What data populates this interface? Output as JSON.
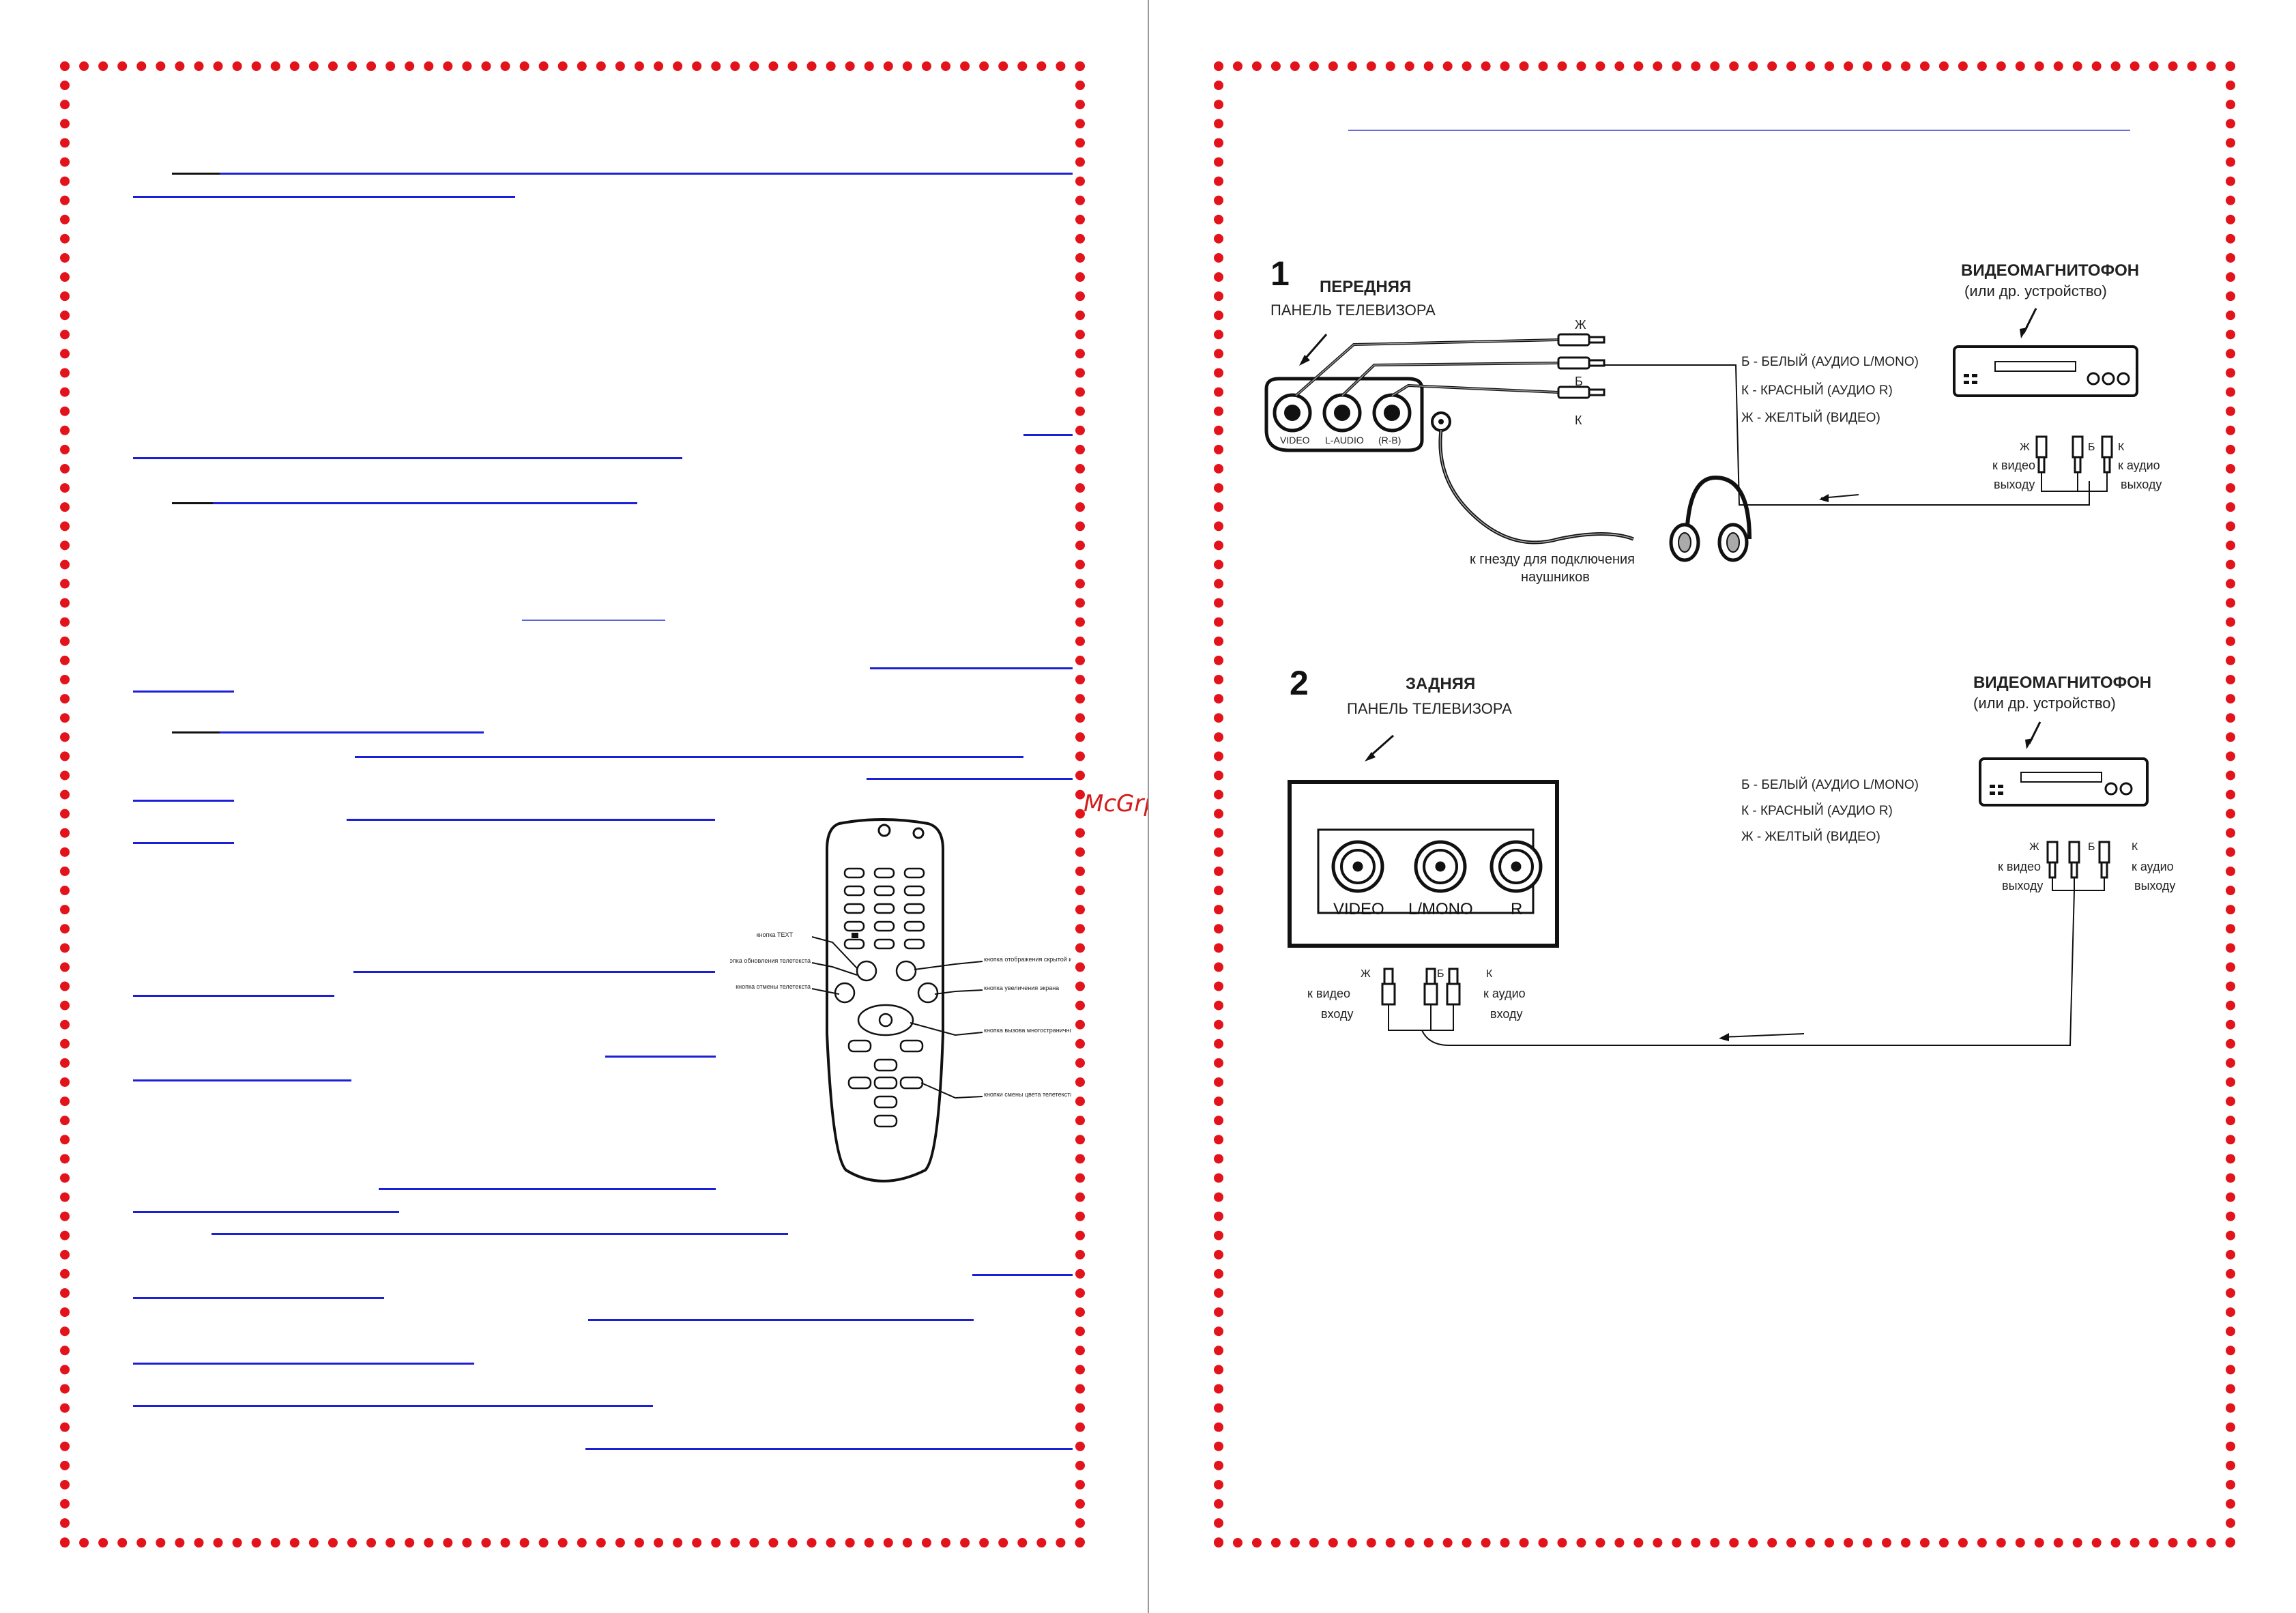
{
  "watermark": "McGrp.Ru",
  "colors": {
    "frame": "#e3131b",
    "link_underline": "#1b1fd6",
    "watermark": "#d41b1b"
  },
  "remote_callouts": {
    "left": [
      "кнопка TEXT",
      "кнопка обновления телетекста",
      "кнопка отмены телетекста"
    ],
    "right": [
      "кнопка отображения скрытой информации",
      "кнопка увеличения экрана",
      "кнопка вызова многостраничной страницы",
      "кнопки смены цвета телетекста"
    ]
  },
  "diagram1": {
    "number": "1",
    "panel_label": [
      "ПЕРЕДНЯЯ",
      "ПАНЕЛЬ ТЕЛЕВИЗОРА"
    ],
    "jacks": [
      "VIDEO",
      "L-AUDIO",
      "(R-B)"
    ],
    "plug_letters": [
      "Ж",
      "Б",
      "К"
    ],
    "device_label": [
      "ВИДЕОМАГНИТОФОН",
      "(или др. устройство)"
    ],
    "legend": [
      "Б - БЕЛЫЙ (АУДИО L/MONO)",
      "К - КРАСНЫЙ (АУДИО R)",
      "Ж - ЖЕЛТЫЙ (ВИДЕО)"
    ],
    "out_letters": [
      "Ж",
      "Б",
      "К"
    ],
    "video_out": [
      "к видео",
      "выходу"
    ],
    "audio_out": [
      "к аудио",
      "выходу"
    ],
    "headphone_label": [
      "к гнезду для подключения",
      "наушников"
    ]
  },
  "diagram2": {
    "number": "2",
    "panel_label": [
      "ЗАДНЯЯ",
      "ПАНЕЛЬ ТЕЛЕВИЗОРА"
    ],
    "jacks": [
      "VIDEO",
      "L/MONO",
      "R"
    ],
    "device_label": [
      "ВИДЕОМАГНИТОФОН",
      "(или др. устройство)"
    ],
    "legend": [
      "Б - БЕЛЫЙ (АУДИО L/MONO)",
      "К - КРАСНЫЙ (АУДИО R)",
      "Ж - ЖЕЛТЫЙ (ВИДЕО)"
    ],
    "out_letters": [
      "Ж",
      "Б",
      "К"
    ],
    "video_out": [
      "к видео",
      "выходу"
    ],
    "audio_out": [
      "к аудио",
      "выходу"
    ],
    "in_letters": [
      "Ж",
      "Б",
      "К"
    ],
    "video_in": [
      "к видео",
      "входу"
    ],
    "audio_in": [
      "к аудио",
      "входу"
    ]
  }
}
